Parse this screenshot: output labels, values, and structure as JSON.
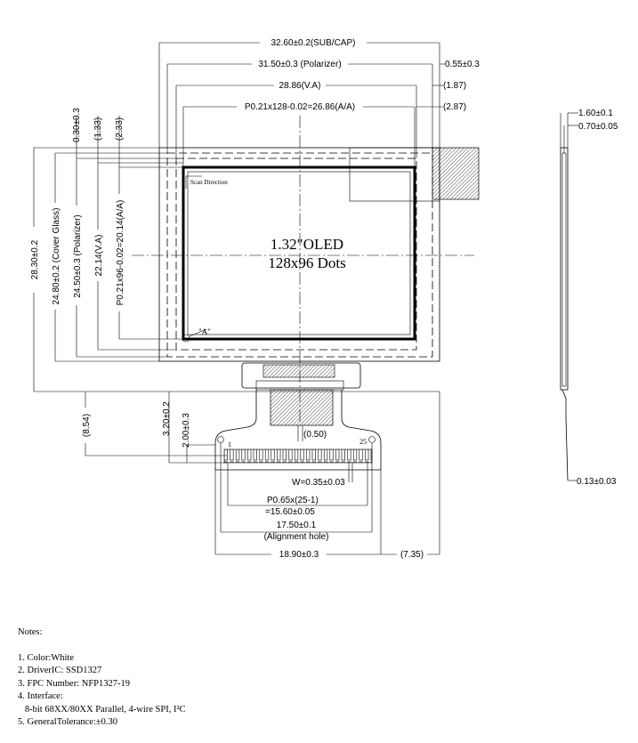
{
  "diagram": {
    "dims_top": {
      "sub_cap": "32.60±0.2(SUB/CAP)",
      "polarizer": "31.50±0.3 (Polarizer)",
      "va": "28.86(V.A)",
      "aa": "P0.21x128-0.02=26.86(A/A)",
      "r1": "0.55±0.3",
      "r2": "(1.87)",
      "r3": "(2.87)"
    },
    "dims_left": {
      "d030": "0.30±0.3",
      "d133": "(1.33)",
      "d233": "(2.33)",
      "cover_total": "28.30±0.2",
      "cover_glass": "24.80±0.2 (Cover Glass)",
      "polarizer": "24.50±0.3 (Polarizer)",
      "va": "22.14(V.A)",
      "aa": "P0.21x96-0.02=20.14(A/A)",
      "d854": "(8.54)"
    },
    "display": {
      "title": "1.32″OLED",
      "subtitle": "128x96 Dots",
      "scan": "Scan Direction",
      "marker": "\"A\""
    },
    "side": {
      "t1": "1.60±0.1",
      "t2": "0.70±0.05",
      "t3": "0.13±0.03"
    },
    "fpc": {
      "d320": "3.20±0.2",
      "d200": "2.00±0.3",
      "d050": "(0.50)",
      "pin1": "1",
      "pin25": "25",
      "width": "W=0.35±0.03",
      "pitch1": "P0.65x(25-1)",
      "pitch2": "=15.60±0.05",
      "hole1": "17.50±0.1",
      "hole2": "(Alignment hole)",
      "total": "18.90±0.3",
      "offset": "(7.35)"
    }
  },
  "notes": {
    "heading": "Notes:",
    "items": [
      "1. Color:White",
      "2. DriverIC: SSD1327",
      "3. FPC Number: NFP1327-19",
      "4. Interface:",
      "   8-bit 68XX/80XX Parallel, 4-wire SPI, I²C",
      "5. GeneralTolerance:±0.30"
    ]
  }
}
